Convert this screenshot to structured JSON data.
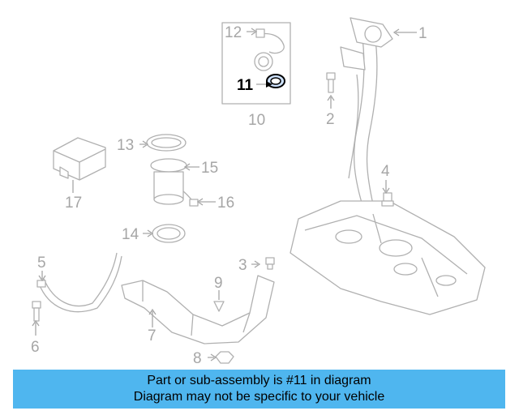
{
  "callouts": [
    {
      "number": "1",
      "highlighted": false
    },
    {
      "number": "2",
      "highlighted": false
    },
    {
      "number": "3",
      "highlighted": false
    },
    {
      "number": "4",
      "highlighted": false
    },
    {
      "number": "5",
      "highlighted": false
    },
    {
      "number": "6",
      "highlighted": false
    },
    {
      "number": "7",
      "highlighted": false
    },
    {
      "number": "8",
      "highlighted": false
    },
    {
      "number": "9",
      "highlighted": false
    },
    {
      "number": "10",
      "highlighted": false
    },
    {
      "number": "11",
      "highlighted": true
    },
    {
      "number": "12",
      "highlighted": false
    },
    {
      "number": "13",
      "highlighted": false
    },
    {
      "number": "14",
      "highlighted": false
    },
    {
      "number": "15",
      "highlighted": false
    },
    {
      "number": "16",
      "highlighted": false
    },
    {
      "number": "17",
      "highlighted": false
    }
  ],
  "banner": {
    "line1": "Part or sub-assembly is #11 in diagram",
    "line2": "Diagram may not be specific to your vehicle"
  },
  "colors": {
    "banner_background": "#4fb6ef",
    "highlight_text": "#000000",
    "label_text": "#a6a6a6",
    "line_art": "#b0b0b0"
  }
}
